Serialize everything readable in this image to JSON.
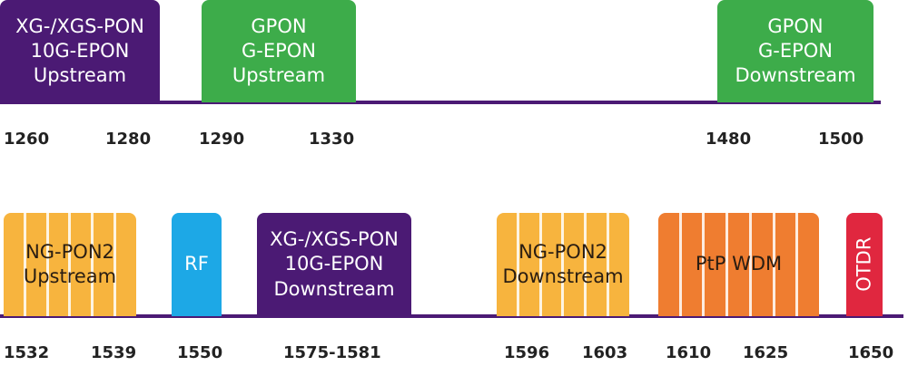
{
  "rows": [
    {
      "bands": [
        {
          "label": "XG-/XGS-PON\n10G-EPON\nUpstream",
          "color": "#4b1a74",
          "text_dark": false,
          "striped": false
        },
        {
          "label": "GPON\nG-EPON\nUpstream",
          "color": "#3dac4a",
          "text_dark": false,
          "striped": false
        },
        {
          "label": "GPON\nG-EPON\nDownstream",
          "color": "#3dac4a",
          "text_dark": false,
          "striped": false
        }
      ],
      "ticks": [
        "1260",
        "1280",
        "1290",
        "1330",
        "1480",
        "1500"
      ]
    },
    {
      "bands": [
        {
          "label": "NG-PON2\nUpstream",
          "color": "#f7b43e",
          "text_dark": true,
          "striped": true
        },
        {
          "label": "RF",
          "color": "#1da8e6",
          "text_dark": false,
          "striped": false
        },
        {
          "label": "XG-/XGS-PON\n10G-EPON\nDownstream",
          "color": "#4b1a74",
          "text_dark": false,
          "striped": false
        },
        {
          "label": "NG-PON2\nDownstream",
          "color": "#f7b43e",
          "text_dark": true,
          "striped": true
        },
        {
          "label": "PtP WDM",
          "color": "#ef7d30",
          "text_dark": true,
          "striped": true
        },
        {
          "label": "OTDR",
          "color": "#e0273f",
          "text_dark": false,
          "striped": false,
          "vertical": true
        }
      ],
      "ticks": [
        "1532",
        "1539",
        "1550",
        "1575-1581",
        "1596",
        "1603",
        "1610",
        "1625",
        "1650"
      ]
    }
  ]
}
